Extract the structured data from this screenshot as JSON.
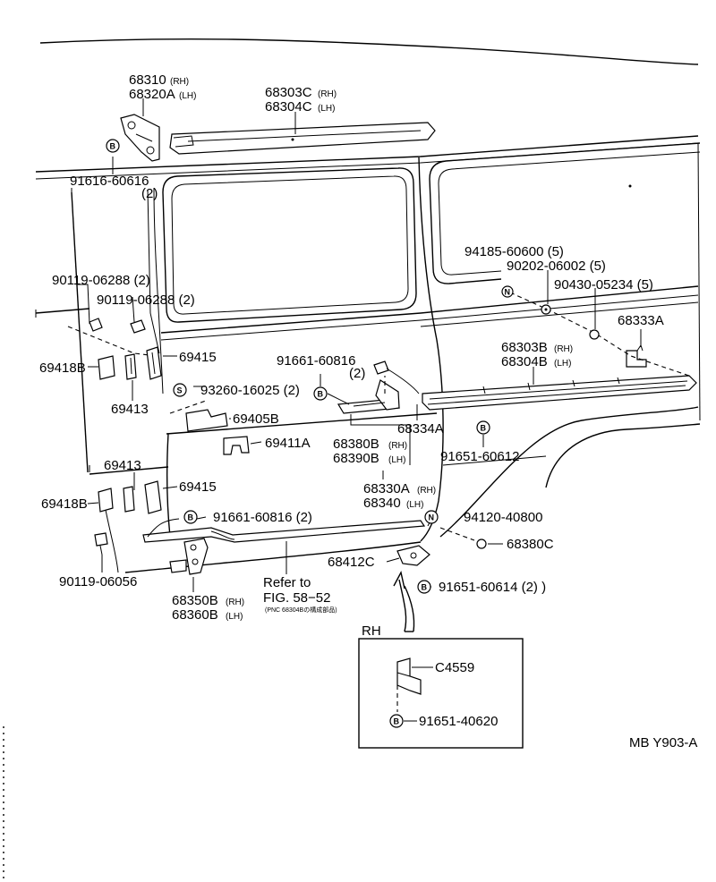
{
  "labels": {
    "p68310_rh": "68310",
    "p68310_rh_side": "(RH)",
    "p68320a_lh": "68320A",
    "p68320a_lh_side": "(LH)",
    "p68303c_rh": "68303C",
    "p68303c_rh_side": "(RH)",
    "p68304c_lh": "68304C",
    "p68304c_lh_side": "(LH)",
    "p91616": "91616-60616",
    "p91616_qty": "(2)",
    "p94185": "94185-60600 (5)",
    "p90202": "90202-06002 (5)",
    "p90430": "90430-05234 (5)",
    "p68333a": "68333A",
    "p90119_a": "90119-06288 (2)",
    "p90119_b": "90119-06288 (2)",
    "p69418b_top": "69418B",
    "p69415_top": "69415",
    "p69413_top": "69413",
    "p93260": "93260-16025 (2)",
    "p69405b": "69405B",
    "p69411a": "69411A",
    "p91661_top": "91661-60816",
    "p91661_top_qty": "(2)",
    "p68303b_rh": "68303B",
    "p68303b_rh_side": "(RH)",
    "p68304b_lh": "68304B",
    "p68304b_lh_side": "(LH)",
    "p68334a": "68334A",
    "p68380b_rh": "68380B",
    "p68380b_rh_side": "(RH)",
    "p68390b_lh": "68390B",
    "p68390b_lh_side": "(LH)",
    "p91651_612": "91651-60612",
    "p69413_bot": "69413",
    "p69415_bot": "69415",
    "p69418b_bot": "69418B",
    "p68330a_rh": "68330A",
    "p68330a_rh_side": "(RH)",
    "p68340_lh": "68340",
    "p68340_lh_side": "(LH)",
    "p91661_bot": "91661-60816 (2)",
    "p94120": "94120-40800",
    "p68380c": "68380C",
    "p90119_06056": "90119-06056",
    "p68412c": "68412C",
    "refer_line1": "Refer to",
    "refer_line2": "FIG. 58−52",
    "refer_note": "(PNC 68304Bの構成部品)",
    "p91651_614": "91651-60614 (2) )",
    "p68350b_rh": "68350B",
    "p68350b_rh_side": "(RH)",
    "p68360b_lh": "68360B",
    "p68360b_lh_side": "(LH)",
    "inset_title": "RH",
    "pC4559": "C4559",
    "p91651_620": "91651-40620",
    "figure_code": "MB Y903-A"
  },
  "symbols": {
    "b": "B",
    "n": "N",
    "s": "S"
  },
  "colors": {
    "ink": "#000000",
    "paper": "#ffffff"
  }
}
